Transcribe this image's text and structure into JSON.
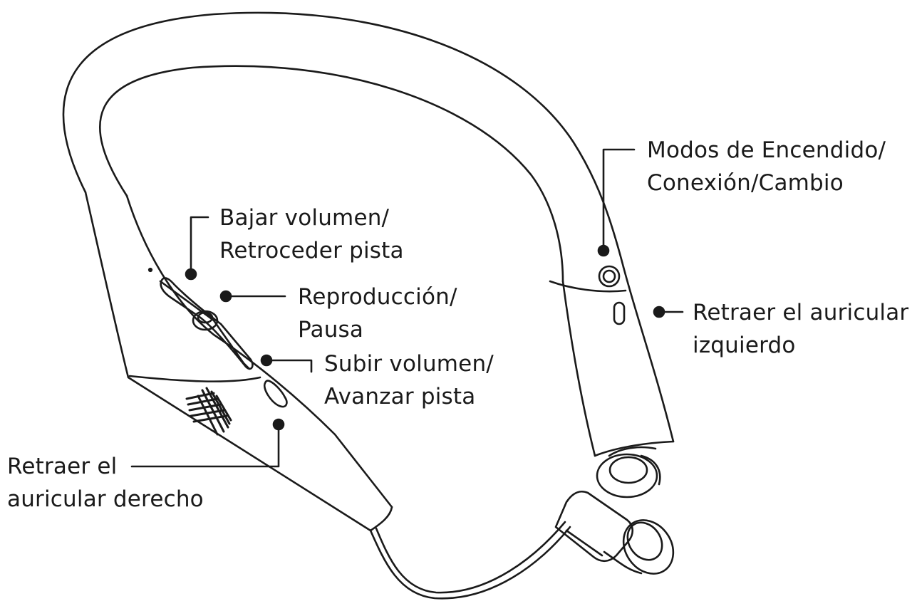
{
  "ink_color": "#1a1a1a",
  "background": "#ffffff",
  "callouts": {
    "power": {
      "line1": "Modos de Encendido/",
      "line2": "Conexión/Cambio"
    },
    "volume_down": {
      "line1": "Bajar volumen/",
      "line2": "Retroceder pista"
    },
    "play_pause": {
      "line1": "Reproducción/",
      "line2": "Pausa"
    },
    "volume_up": {
      "line1": "Subir volumen/",
      "line2": "Avanzar pista"
    },
    "retract_left": {
      "line1": "Retraer el auricular",
      "line2": "izquierdo"
    },
    "retract_right": {
      "line1": "Retraer el",
      "line2": "auricular derecho"
    }
  }
}
